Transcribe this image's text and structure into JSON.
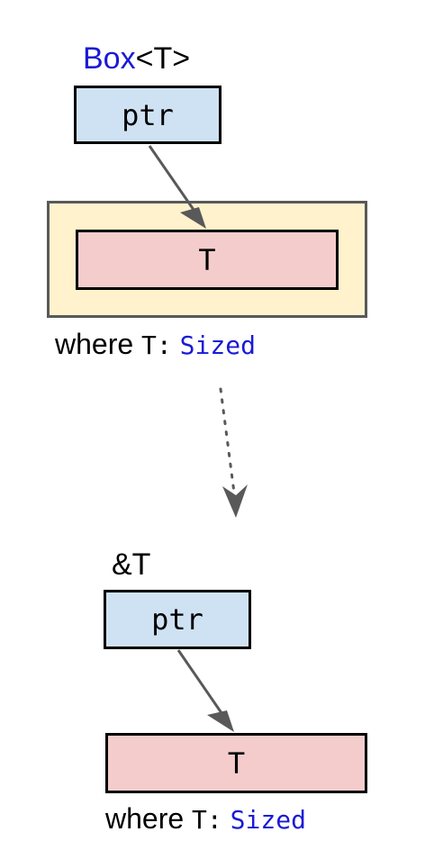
{
  "top": {
    "type_name": "Box",
    "type_param": "<T>",
    "ptr_label": "ptr",
    "inner_label": "T",
    "where_word": "where",
    "where_type": "T:",
    "where_bound": "Sized"
  },
  "bottom": {
    "type_label": "&T",
    "ptr_label": "ptr",
    "inner_label": "T",
    "where_word": "where",
    "where_type": "T:",
    "where_bound": "Sized"
  },
  "colors": {
    "ptr_fill": "#cfe2f3",
    "value_fill": "#f4cccc",
    "container_fill": "#fff2cc",
    "keyword_blue": "#1a1ad6",
    "arrow_gray": "#595959"
  }
}
